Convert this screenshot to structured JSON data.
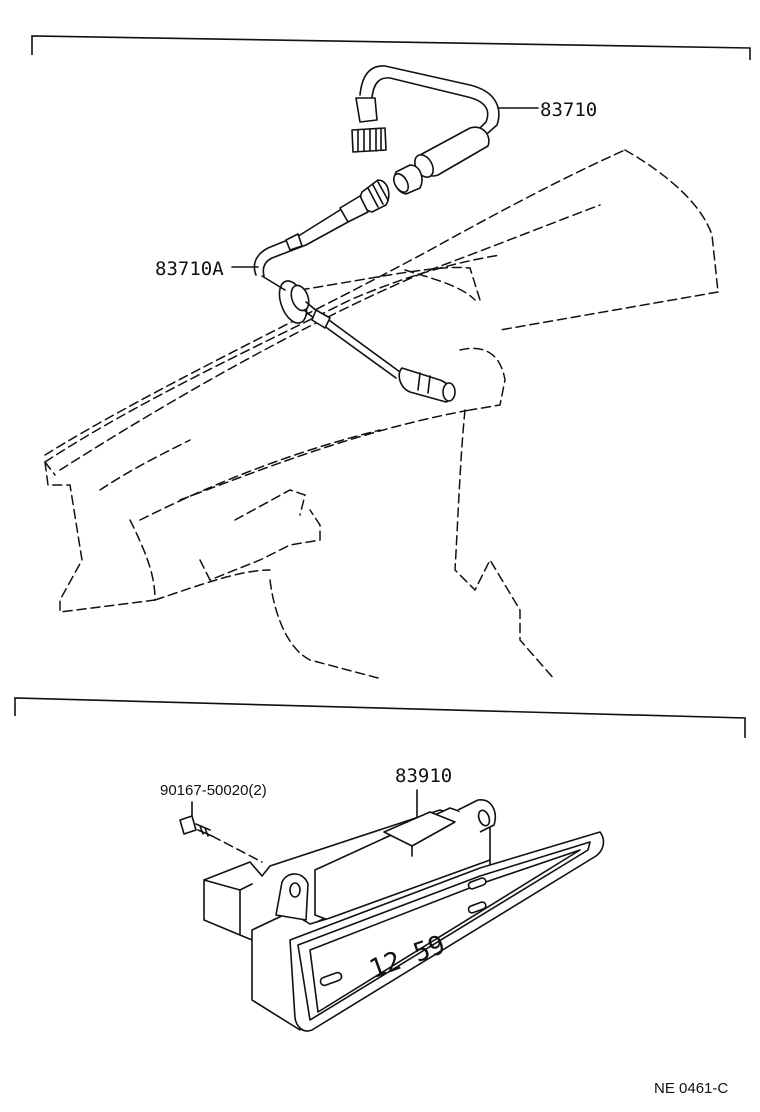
{
  "diagram": {
    "labels": {
      "cable_assembly": "83710",
      "cable_sub_assembly": "83710A",
      "screw": "90167-50020(2)",
      "clock": "83910"
    },
    "clock_display": "12 59",
    "figure_code": "NE 0461-C"
  }
}
